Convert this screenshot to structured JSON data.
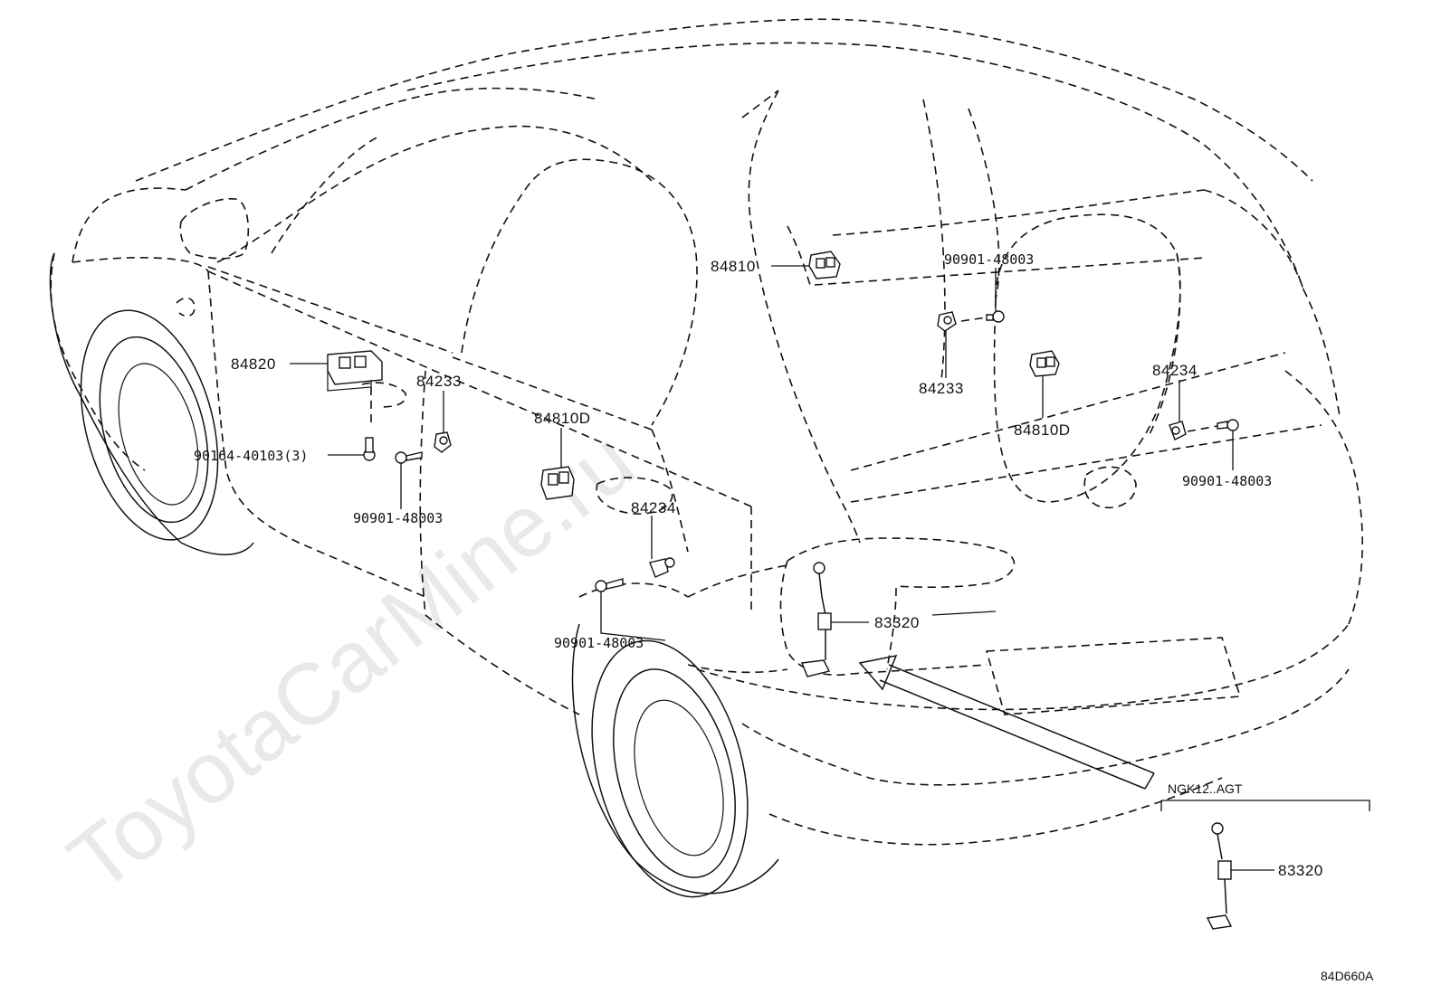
{
  "watermark": "ToyotaCarMine.ru",
  "diagram_code": "84D660A",
  "labels": {
    "p84810": "84810",
    "p84820": "84820",
    "p84233_front": "84233",
    "p84233_rear": "84233",
    "p84810D_front": "84810D",
    "p84810D_rear": "84810D",
    "p84234_front": "84234",
    "p84234_rear": "84234",
    "p83320_main": "83320",
    "p83320_inset": "83320",
    "p90164": "90164-40103(3)",
    "p90901_a": "90901-48003",
    "p90901_b": "90901-48003",
    "p90901_c": "90901-48003",
    "p90901_d": "90901-48003"
  },
  "inset": {
    "title": "NGK12..AGT"
  }
}
